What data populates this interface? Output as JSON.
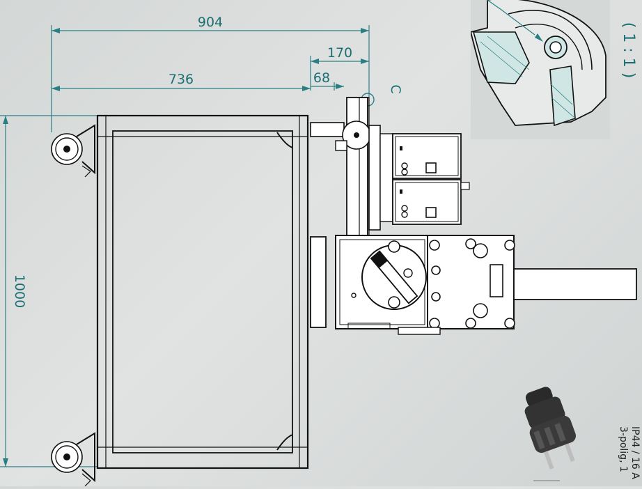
{
  "dimensions": {
    "overall_width": "904",
    "offset_170": "170",
    "frame_width": "736",
    "offset_68": "68",
    "height": "1000"
  },
  "detail": {
    "label": "C",
    "scale": "( 1 : 1 )"
  },
  "plug": {
    "line1": "IP44 / 16 A",
    "line2": "3-polig, 1"
  },
  "colors": {
    "dimension": "#2a7f84",
    "drawing": "#111111",
    "background": "#d8dcdb"
  }
}
